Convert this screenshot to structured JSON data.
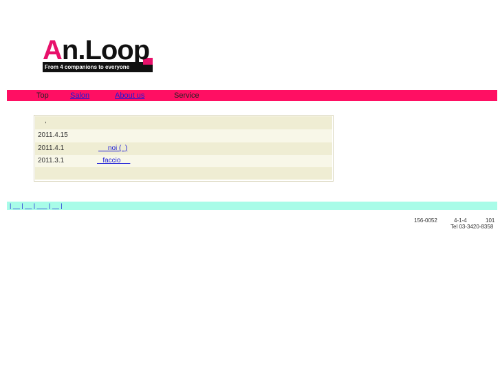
{
  "logo": {
    "first_letter": "A",
    "rest": "n.Loop",
    "tagline": "From 4 companions to everyone",
    "brand_pink": "#e8116b"
  },
  "nav": {
    "color": "#ff0f63",
    "items": [
      {
        "label": "Top"
      },
      {
        "label": "Salon"
      },
      {
        "label": "About us"
      },
      {
        "label": "Service"
      }
    ]
  },
  "news": {
    "header_mark": ",",
    "entries": [
      {
        "date": "2011.4.15",
        "title": ""
      },
      {
        "date": "2011.4.1",
        "title": "     noi (  )"
      },
      {
        "date": "2011.3.1",
        "title": "   faccio     "
      }
    ]
  },
  "bottom_links": {
    "text": "| __ | __ | ___ | __ |",
    "color": "#a8fce8"
  },
  "footer": {
    "postal": "156-0052",
    "address": "4-1-4",
    "room": "101",
    "tel": "Tel 03-3420-8358"
  }
}
